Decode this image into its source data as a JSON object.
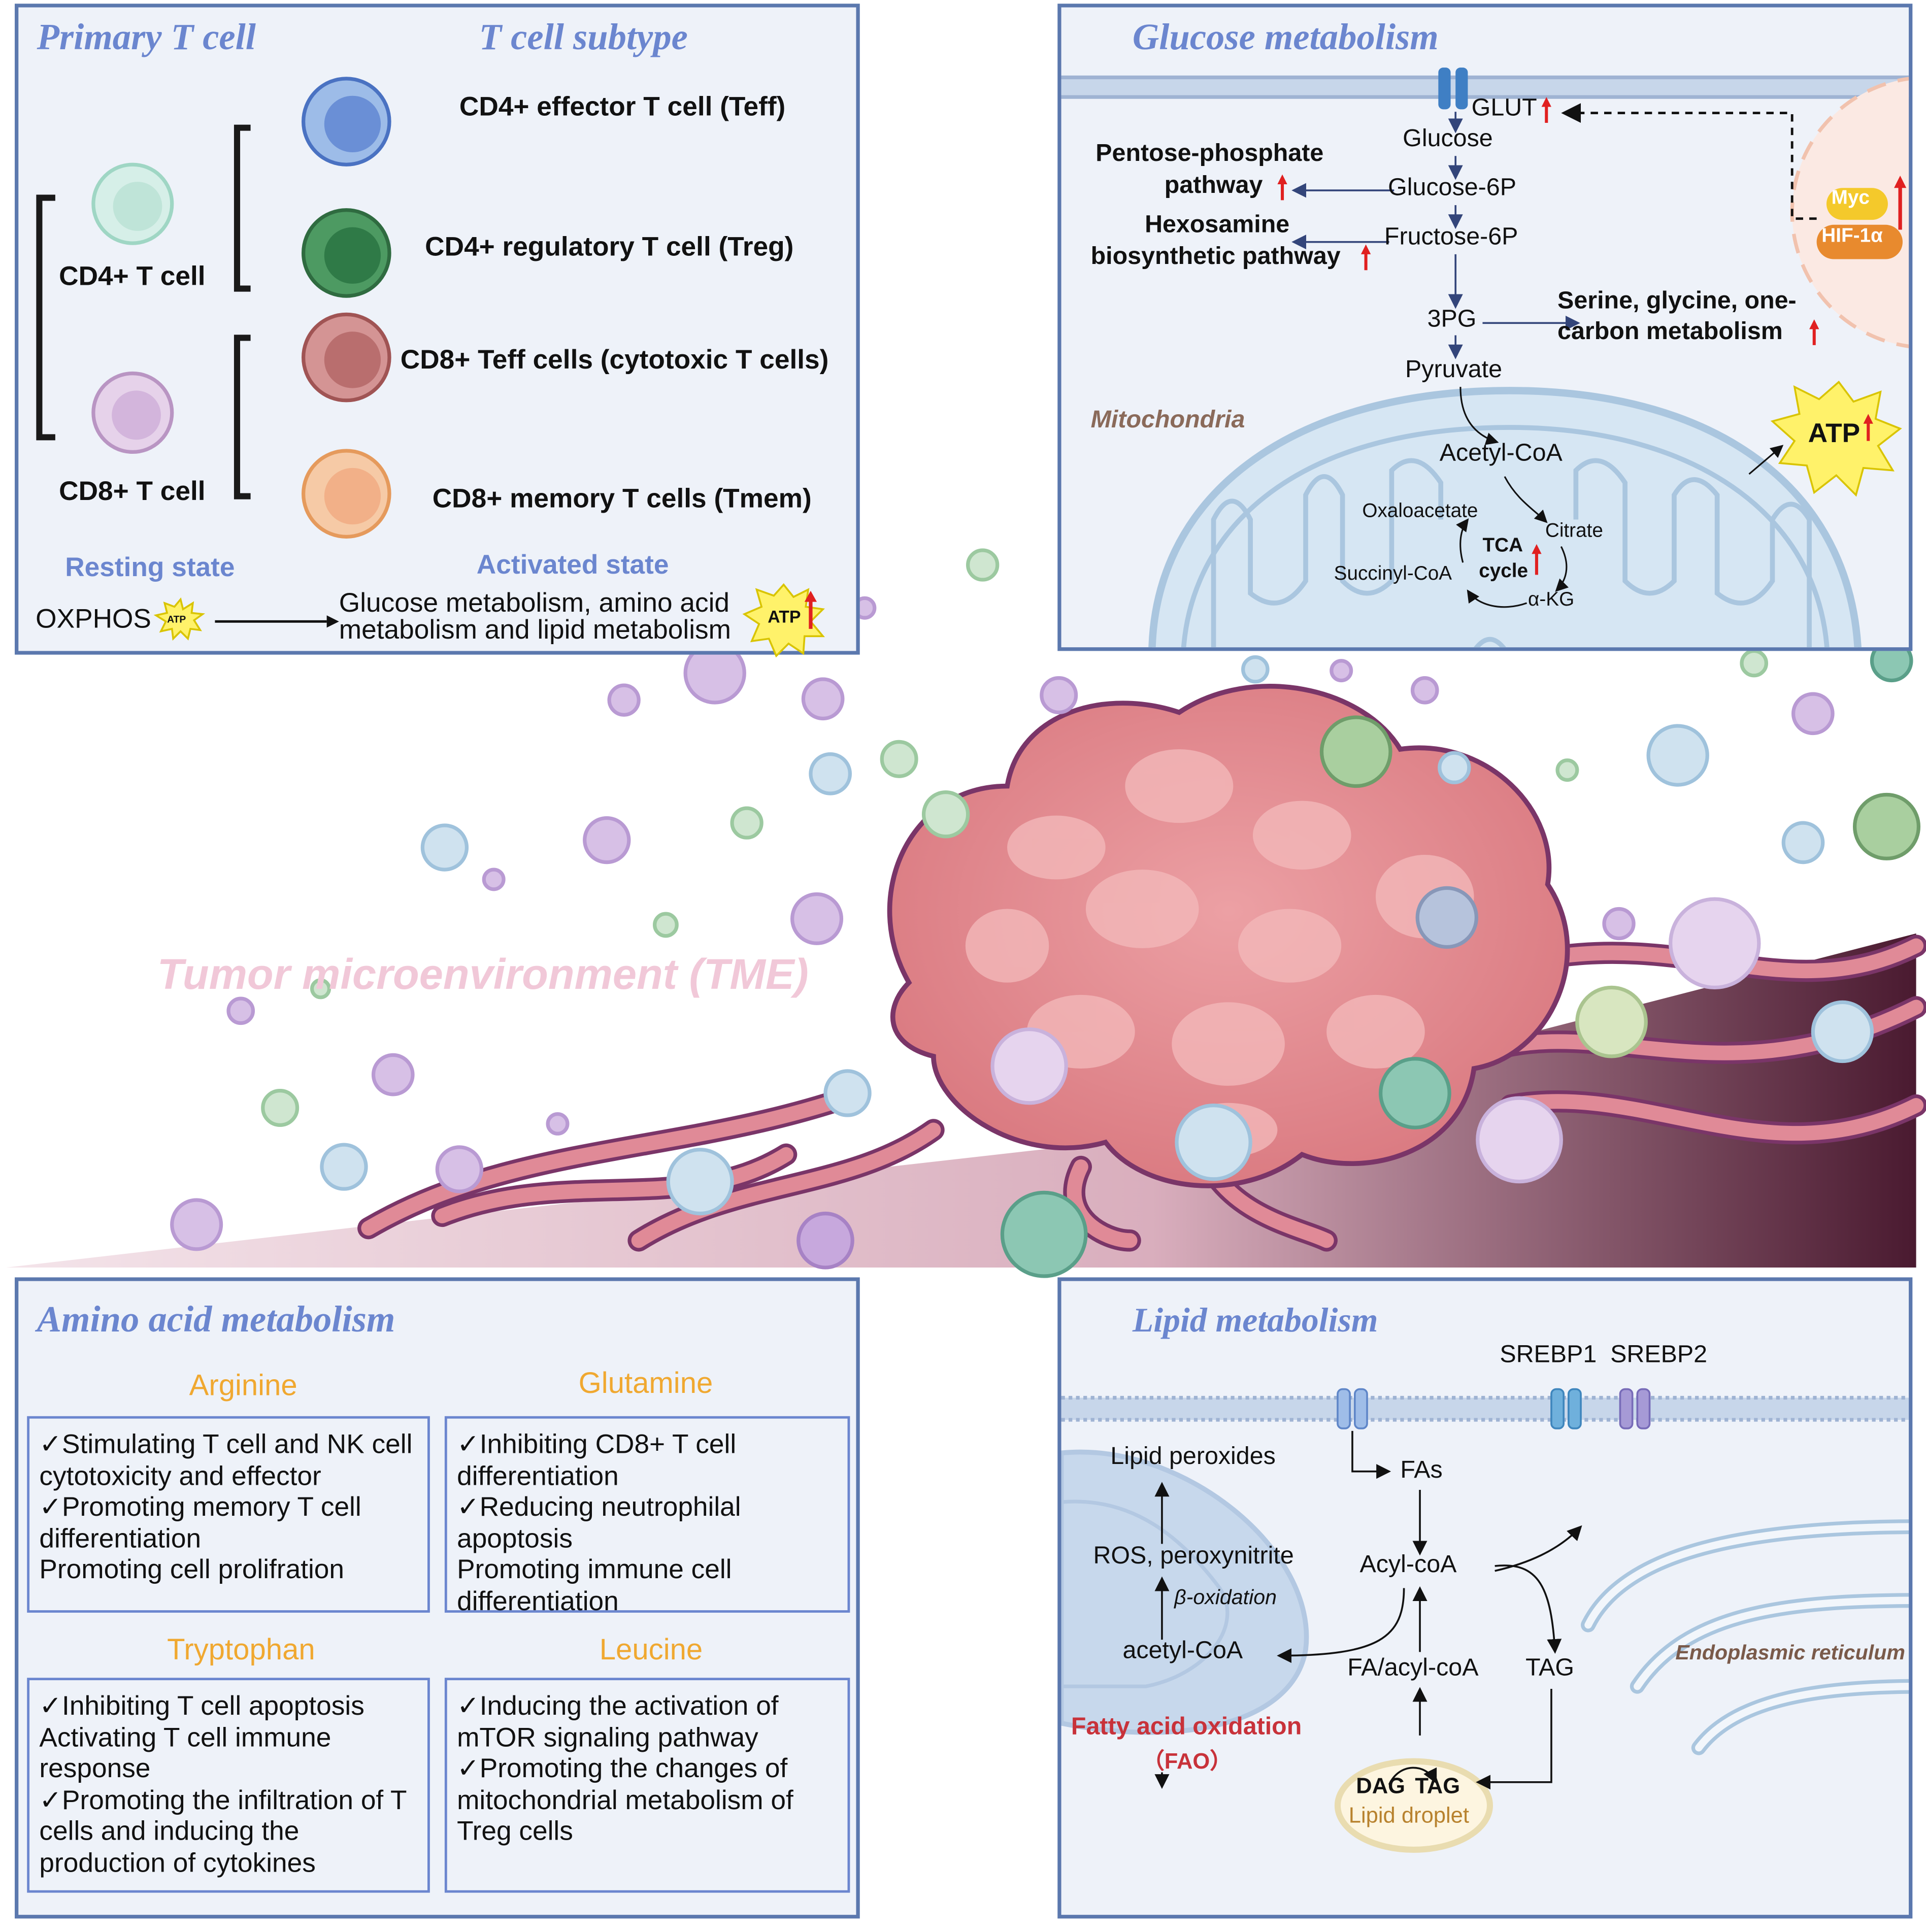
{
  "tme": {
    "label": "Tumor microenvironment (TME)"
  },
  "primary_panel": {
    "title_primary": "Primary T cell",
    "title_subtype": "T cell subtype",
    "cd4": "CD4+ T cell",
    "cd8": "CD8+ T cell",
    "subtypes": [
      "CD4+ effector T cell (Teff)",
      "CD4+ regulatory T cell (Treg)",
      "CD8+ Teff cells (cytotoxic T cells)",
      "CD8+ memory T cells (Tmem)"
    ],
    "resting": "Resting state",
    "activated": "Activated state",
    "oxphos": "OXPHOS",
    "atp_small": "ATP",
    "metab_line1": "Glucose metabolism, amino acid",
    "metab_line2": "metabolism and lipid metabolism",
    "atp": "ATP"
  },
  "glucose_panel": {
    "title": "Glucose metabolism",
    "glut": "GLUT",
    "glucose": "Glucose",
    "g6p": "Glucose-6P",
    "f6p": "Fructose-6P",
    "pg3": "3PG",
    "pyruvate": "Pyruvate",
    "ppp_line1": "Pentose-phosphate",
    "ppp_line2": "pathway",
    "hex_line1": "Hexosamine",
    "hex_line2": "biosynthetic pathway",
    "serine_line1": "Serine, glycine, one-",
    "serine_line2": "carbon metabolism",
    "myc": "Myc",
    "hif": "HIF-1α",
    "mito": "Mitochondria",
    "acetyl": "Acetyl-CoA",
    "oxalo": "Oxaloacetate",
    "citrate": "Citrate",
    "succinyl": "Succinyl-CoA",
    "akg": "α-KG",
    "tca1": "TCA",
    "tca2": "cycle",
    "atp": "ATP"
  },
  "amino_panel": {
    "title": "Amino acid metabolism",
    "arginine": {
      "name": "Arginine",
      "lines": [
        "✓Stimulating T cell and NK cell",
        "cytotoxicity and effector",
        "✓Promoting memory T cell",
        "differentiation",
        "Promoting cell prolifration"
      ]
    },
    "glutamine": {
      "name": "Glutamine",
      "lines": [
        "✓Inhibiting CD8+ T cell",
        "differentiation",
        "✓Reducing neutrophilal",
        "apoptosis",
        "Promoting immune cell",
        "differentiation"
      ]
    },
    "tryptophan": {
      "name": "Tryptophan",
      "lines": [
        "✓Inhibiting T cell apoptosis",
        "Activating T cell immune",
        "response",
        "✓Promoting the infiltration of T",
        "cells and inducing the",
        "production of cytokines"
      ]
    },
    "leucine": {
      "name": "Leucine",
      "lines": [
        "✓Inducing the activation of",
        "mTOR signaling pathway",
        "✓Promoting the changes of",
        "mitochondrial metabolism of",
        "Treg cells"
      ]
    }
  },
  "lipid_panel": {
    "title": "Lipid metabolism",
    "srebp1": "SREBP1",
    "srebp2": "SREBP2",
    "fas": "FAs",
    "lipid_perox": "Lipid peroxides",
    "ros": "ROS, peroxynitrite",
    "beta_ox": "β-oxidation",
    "acetyl": "acetyl-CoA",
    "acyl": "Acyl-coA",
    "fa_acyl": "FA/acyl-coA",
    "tag": "TAG",
    "er": "Endoplasmic reticulum",
    "fao_line1": "Fatty acid oxidation",
    "fao_line2": "（FAO）",
    "dag": "DAG",
    "tag2": "TAG",
    "droplet": "Lipid droplet"
  }
}
